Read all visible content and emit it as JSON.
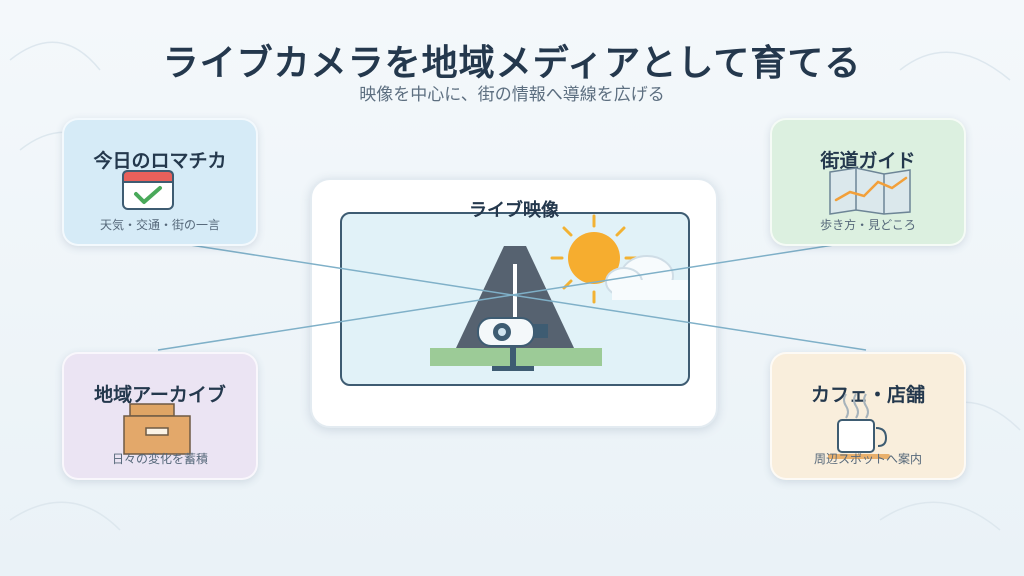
{
  "header": {
    "title": "ライブカメラを地域メディアとして育てる",
    "subtitle": "映像を中心に、街の情報へ導線を広げる"
  },
  "center": {
    "label": "ライブ映像"
  },
  "nodes": {
    "top_left": {
      "label": "今日のロマチカ",
      "desc": "天気・交通・街の一言",
      "icon": "calendar-check-icon"
    },
    "top_right": {
      "label": "街道ガイド",
      "desc": "歩き方・見どころ",
      "icon": "map-icon"
    },
    "bottom_left": {
      "label": "地域アーカイブ",
      "desc": "日々の変化を蓄積",
      "icon": "archive-box-icon"
    },
    "bottom_right": {
      "label": "カフェ・店舗",
      "desc": "周辺スポットへ案内",
      "icon": "coffee-cup-icon"
    }
  },
  "colors": {
    "title": "#24384d",
    "connector": "#7fb0c8",
    "node_top_left": "#d6ebf7",
    "node_top_right": "#dcf0e0",
    "node_bottom_left": "#ebe4f3",
    "node_bottom_right": "#f9eedc"
  }
}
